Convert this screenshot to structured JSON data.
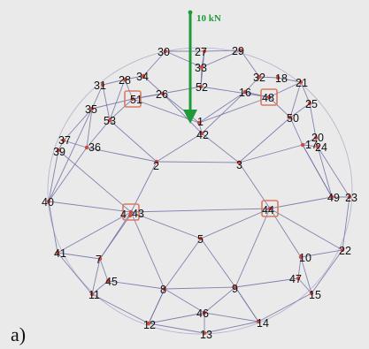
{
  "figure": {
    "caption": "a)",
    "load_label": "10 kN",
    "colors": {
      "edge": "#6f6fa6",
      "node": "#d04a3c",
      "load": "#1e9a3a",
      "support": "#d77a60"
    },
    "node_labels": [
      "1",
      "2",
      "3",
      "4",
      "5",
      "7",
      "8",
      "9",
      "10",
      "11",
      "12",
      "13",
      "14",
      "15",
      "16",
      "17",
      "18",
      "20",
      "21",
      "22",
      "23",
      "24",
      "25",
      "26",
      "27",
      "28",
      "29",
      "30",
      "31",
      "32",
      "33",
      "34",
      "35",
      "36",
      "37",
      "39",
      "40",
      "41",
      "42",
      "43",
      "44",
      "45",
      "46",
      "47",
      "48",
      "49",
      "50",
      "51",
      "52",
      "53"
    ],
    "supported_nodes": [
      "43",
      "44",
      "48",
      "51"
    ]
  }
}
